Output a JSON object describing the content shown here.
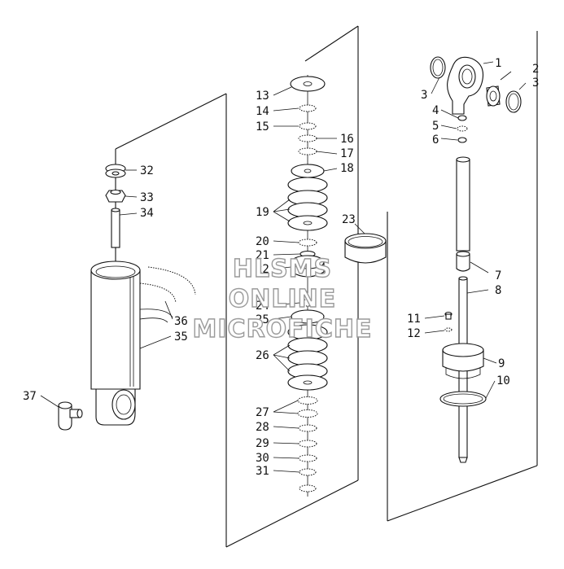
{
  "watermark": {
    "line1": "HLSMS",
    "line2": "ONLINE",
    "line3": "MICROFICHE"
  },
  "callouts": [
    {
      "n": "1"
    },
    {
      "n": "2"
    },
    {
      "n": "3"
    },
    {
      "n": "3"
    },
    {
      "n": "4"
    },
    {
      "n": "5"
    },
    {
      "n": "6"
    },
    {
      "n": "7"
    },
    {
      "n": "8"
    },
    {
      "n": "9"
    },
    {
      "n": "10"
    },
    {
      "n": "11"
    },
    {
      "n": "12"
    },
    {
      "n": "13"
    },
    {
      "n": "14"
    },
    {
      "n": "15"
    },
    {
      "n": "16"
    },
    {
      "n": "17"
    },
    {
      "n": "18"
    },
    {
      "n": "19"
    },
    {
      "n": "20"
    },
    {
      "n": "21"
    },
    {
      "n": "22"
    },
    {
      "n": "23"
    },
    {
      "n": "24"
    },
    {
      "n": "25"
    },
    {
      "n": "26"
    },
    {
      "n": "27"
    },
    {
      "n": "28"
    },
    {
      "n": "29"
    },
    {
      "n": "30"
    },
    {
      "n": "31"
    },
    {
      "n": "32"
    },
    {
      "n": "33"
    },
    {
      "n": "34"
    },
    {
      "n": "35"
    },
    {
      "n": "36"
    },
    {
      "n": "37"
    }
  ]
}
